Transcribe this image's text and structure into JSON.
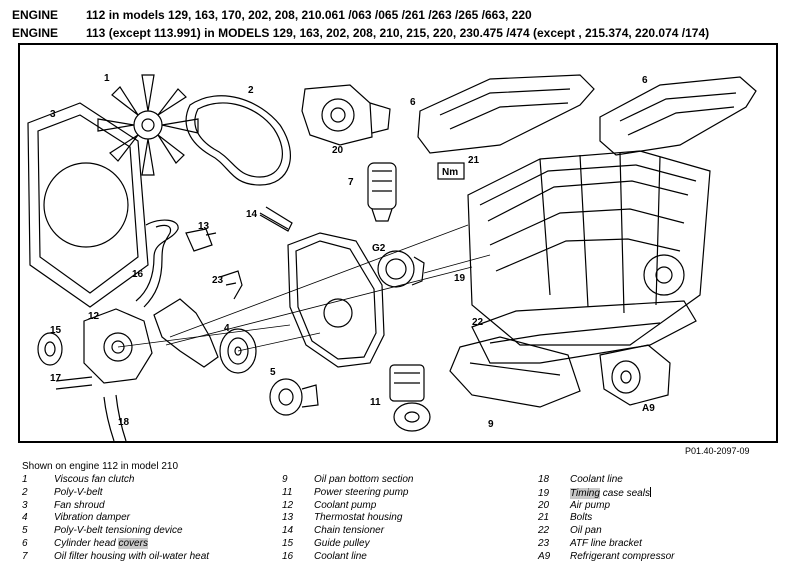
{
  "header": {
    "line1_label": "ENGINE",
    "line1_text": "112 in models 129, 163, 170, 202, 208, 210.061 /063 /065 /261 /263 /265 /663, 220",
    "line2_label": "ENGINE",
    "line2_text": "113 (except 113.991) in MODELS 129, 163, 202, 208, 210, 215, 220, 230.475 /474 (except , 215.374, 220.074 /174)"
  },
  "diagram": {
    "callouts": {
      "c1": "1",
      "c2": "2",
      "c3": "3",
      "c4": "4",
      "c5": "5",
      "c6a": "6",
      "c6b": "6",
      "c7": "7",
      "c9": "9",
      "c11": "11",
      "c12": "12",
      "c13": "13",
      "c14": "14",
      "c15": "15",
      "c16": "16",
      "c17": "17",
      "c18": "18",
      "c19": "19",
      "c20": "20",
      "c21": "21",
      "c22": "22",
      "c23": "23",
      "g2": "G2",
      "a9": "A9",
      "nm": "Nm"
    },
    "reference": "P01.40-2097-09"
  },
  "caption": "Shown on engine 112 in model 210",
  "legend": {
    "col1": [
      {
        "num": "1",
        "text": "Viscous fan clutch"
      },
      {
        "num": "2",
        "text": "Poly-V-belt"
      },
      {
        "num": "3",
        "text": "Fan shroud"
      },
      {
        "num": "4",
        "text": "Vibration damper"
      },
      {
        "num": "5",
        "text": "Poly-V-belt tensioning device"
      },
      {
        "num": "6",
        "text_pre": "Cylinder head ",
        "text_hl": "covers",
        "text_post": ""
      },
      {
        "num": "7",
        "text": "Oil filter housing with oil-water heat"
      }
    ],
    "col2": [
      {
        "num": "9",
        "text": "Oil pan bottom section"
      },
      {
        "num": "11",
        "text": "Power steering pump"
      },
      {
        "num": "12",
        "text": "Coolant pump"
      },
      {
        "num": "13",
        "text": "Thermostat housing"
      },
      {
        "num": "14",
        "text": "Chain tensioner"
      },
      {
        "num": "15",
        "text": "Guide pulley"
      },
      {
        "num": "16",
        "text": "Coolant line"
      }
    ],
    "col3": [
      {
        "num": "18",
        "text": "Coolant line"
      },
      {
        "num": "19",
        "text_pre": "",
        "text_hl": "Timing",
        "text_post": " case seals"
      },
      {
        "num": "20",
        "text": "Air pump"
      },
      {
        "num": "21",
        "text": "Bolts"
      },
      {
        "num": "22",
        "text": "Oil pan"
      },
      {
        "num": "23",
        "text": "ATF line bracket"
      },
      {
        "num": "A9",
        "text": "Refrigerant compressor"
      }
    ]
  }
}
